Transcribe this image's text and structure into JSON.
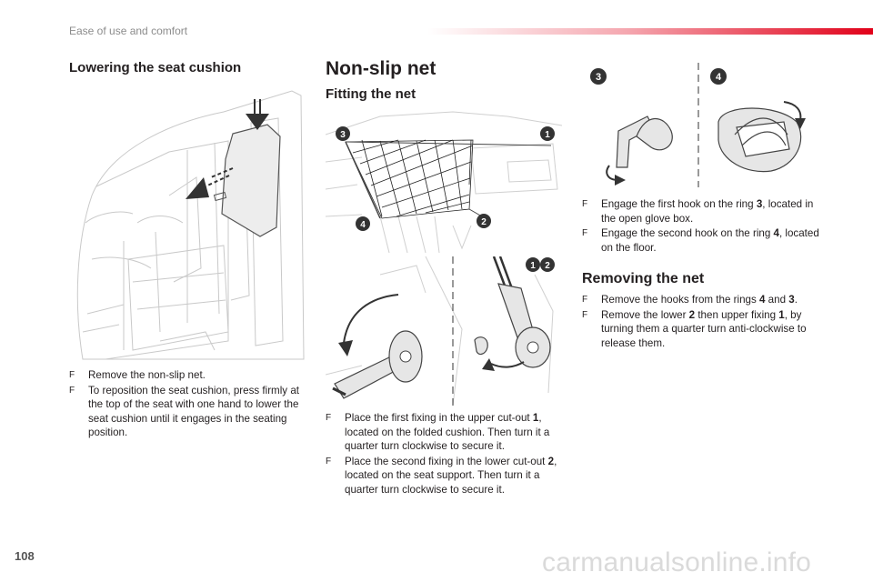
{
  "header": {
    "section": "Ease of use and comfort",
    "accent_color": "#e10019"
  },
  "left": {
    "title": "Lowering the seat cushion",
    "steps": [
      [
        "Remove the non-slip net.",
        "",
        "",
        "",
        ""
      ],
      [
        "To reposition the seat cushion, press firmly at the top of the seat with one hand to lower the seat cushion until it engages in the seating position.",
        "",
        "",
        "",
        ""
      ]
    ]
  },
  "middle": {
    "title": "Non-slip net",
    "subtitle": "Fitting the net",
    "steps": [
      [
        "Place the first fixing in the upper cut-out ",
        "1",
        ", located on the folded cushion. Then turn it a quarter turn clockwise to secure it.",
        "",
        ""
      ],
      [
        "Place the second fixing in the lower cut-out ",
        "2",
        ", located on the seat support. Then turn it a quarter turn clockwise to secure it.",
        "",
        ""
      ]
    ]
  },
  "right": {
    "steps": [
      [
        "Engage the first hook on the ring ",
        "3",
        ", located in the open glove box.",
        "",
        ""
      ],
      [
        "Engage the second hook on the ring ",
        "4",
        ", located on the floor.",
        "",
        ""
      ]
    ],
    "removing_title": "Removing the net",
    "removing_steps": [
      [
        "Remove the hooks from the rings ",
        "4",
        " and ",
        "3",
        "."
      ],
      [
        "Remove the lower ",
        "2",
        " then upper fixing ",
        "1",
        ", by turning them a quarter turn anti-clockwise to release them."
      ]
    ]
  },
  "figures": {
    "net_markers": [
      "3",
      "1",
      "4",
      "2"
    ],
    "fixing_markers": [
      "1",
      "2"
    ],
    "hook_markers": [
      "3",
      "4"
    ]
  },
  "bullet_glyph": "F",
  "footer": {
    "page_number": "108",
    "watermark": "carmanualsonline.info"
  }
}
